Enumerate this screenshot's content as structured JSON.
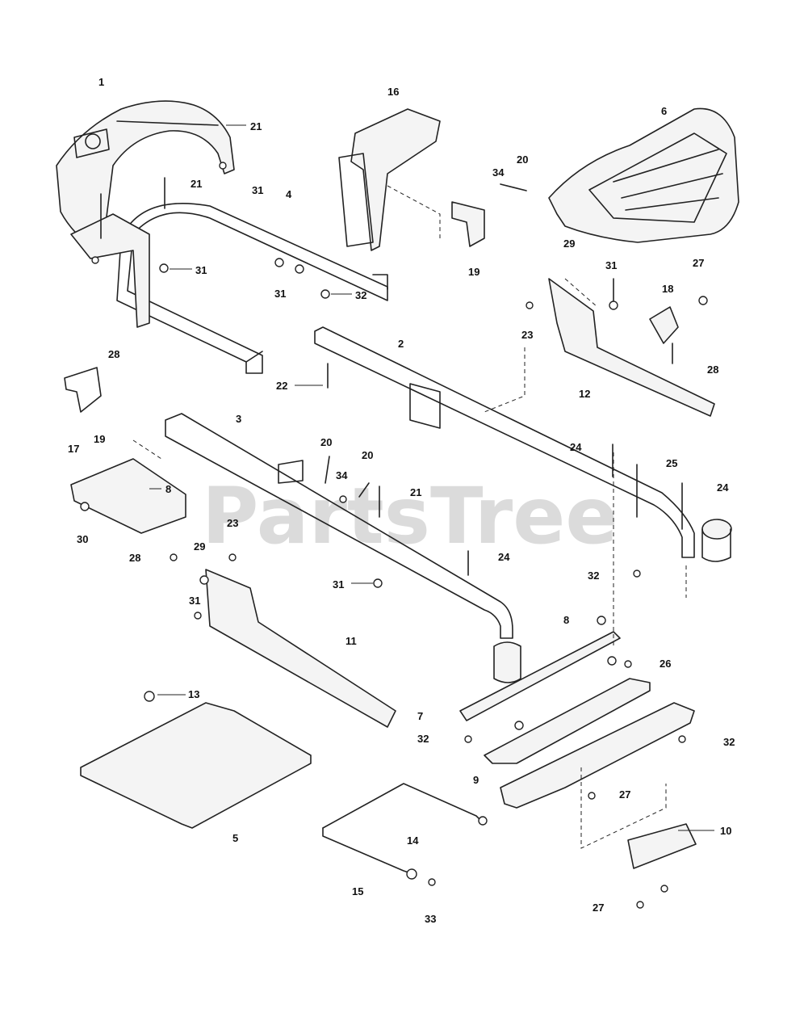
{
  "watermark": "PartsTree",
  "callouts": [
    "1",
    "21",
    "16",
    "6",
    "34",
    "20",
    "21",
    "31",
    "4",
    "29",
    "31",
    "31",
    "19",
    "32",
    "31",
    "27",
    "18",
    "23",
    "28",
    "22",
    "2",
    "12",
    "28",
    "3",
    "19",
    "17",
    "20",
    "20",
    "34",
    "8",
    "24",
    "25",
    "24",
    "21",
    "23",
    "30",
    "28",
    "29",
    "24",
    "31",
    "31",
    "32",
    "8",
    "11",
    "26",
    "13",
    "7",
    "32",
    "32",
    "9",
    "27",
    "10",
    "5",
    "14",
    "15",
    "27",
    "33"
  ]
}
